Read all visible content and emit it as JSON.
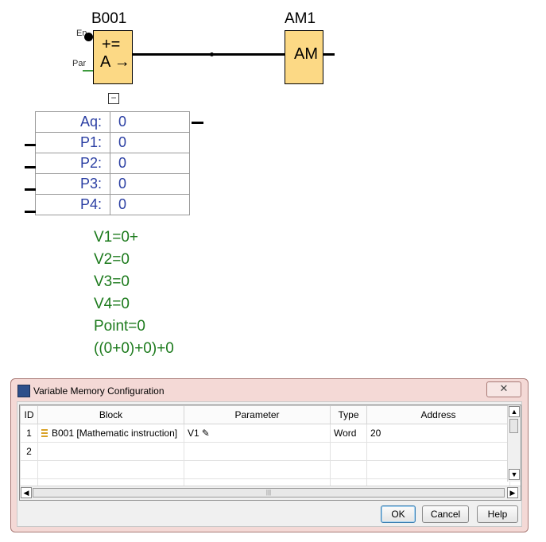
{
  "diagram": {
    "block_b001": {
      "name": "B001",
      "pin_en": "En",
      "pin_par": "Par",
      "symbol_top": "+=",
      "symbol_bottom": "A →",
      "collapse": "−"
    },
    "block_am1": {
      "name": "AM1",
      "label": "AM"
    },
    "params": [
      {
        "label": "Aq:",
        "value": "0"
      },
      {
        "label": "P1:",
        "value": "0"
      },
      {
        "label": "P2:",
        "value": "0"
      },
      {
        "label": "P3:",
        "value": "0"
      },
      {
        "label": "P4:",
        "value": "0"
      }
    ],
    "formula": [
      "V1=0+",
      "V2=0",
      "V3=0",
      "V4=0",
      "Point=0",
      "((0+0)+0)+0"
    ]
  },
  "dialog": {
    "title": "Variable Memory Configuration",
    "close": "✕",
    "columns": [
      "ID",
      "Block",
      "Parameter",
      "Type",
      "Address"
    ],
    "rows": [
      {
        "id": "1",
        "block": "B001 [Mathematic instruction]",
        "parameter": "V1",
        "type": "Word",
        "address": "20"
      },
      {
        "id": "2",
        "block": "",
        "parameter": "",
        "type": "",
        "address": ""
      },
      {
        "id": "",
        "block": "",
        "parameter": "",
        "type": "",
        "address": ""
      },
      {
        "id": "",
        "block": "",
        "parameter": "",
        "type": "",
        "address": ""
      }
    ],
    "buttons": {
      "ok": "OK",
      "cancel": "Cancel",
      "help": "Help"
    },
    "colors": {
      "title_bg": "#f4d9d6",
      "accent": "#3c7fb1"
    }
  }
}
